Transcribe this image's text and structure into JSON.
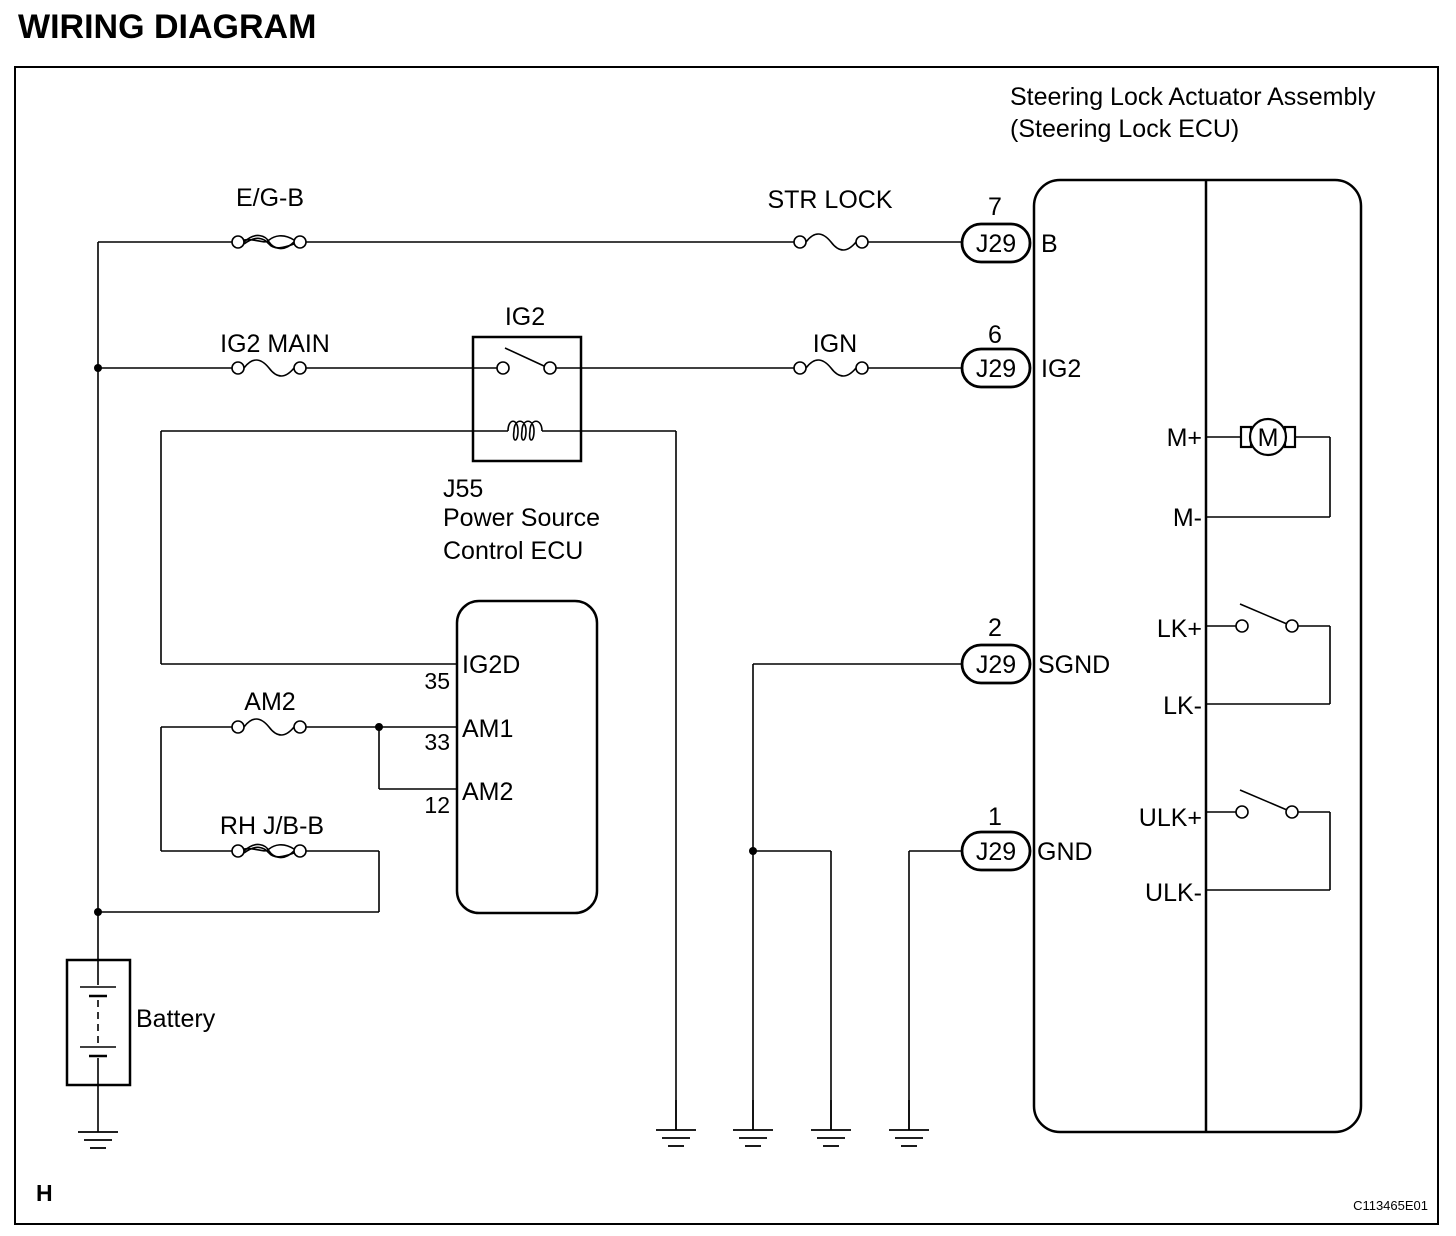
{
  "title": "WIRING DIAGRAM",
  "ecu_name_line1": "Steering Lock Actuator Assembly",
  "ecu_name_line2": "(Steering Lock ECU)",
  "fuses": {
    "eg_b": "E/G-B",
    "str_lock": "STR LOCK",
    "ig2_main": "IG2 MAIN",
    "ign": "IGN",
    "am2": "AM2",
    "rh_jb_b": "RH J/B-B"
  },
  "relay": {
    "name": "IG2"
  },
  "power_ecu": {
    "line1": "J55",
    "line2": "Power Source",
    "line3": "Control ECU",
    "pins": [
      {
        "num": "35",
        "name": "IG2D"
      },
      {
        "num": "33",
        "name": "AM1"
      },
      {
        "num": "12",
        "name": "AM2"
      }
    ]
  },
  "connectors": [
    {
      "id": "J29",
      "pin": "7",
      "terminal": "B"
    },
    {
      "id": "J29",
      "pin": "6",
      "terminal": "IG2"
    },
    {
      "id": "J29",
      "pin": "2",
      "terminal": "SGND"
    },
    {
      "id": "J29",
      "pin": "1",
      "terminal": "GND"
    }
  ],
  "internal_terminals": [
    "M+",
    "M-",
    "LK+",
    "LK-",
    "ULK+",
    "ULK-"
  ],
  "motor_symbol": "M",
  "battery_label": "Battery",
  "corner_letter": "H",
  "figure_code": "C113465E01"
}
